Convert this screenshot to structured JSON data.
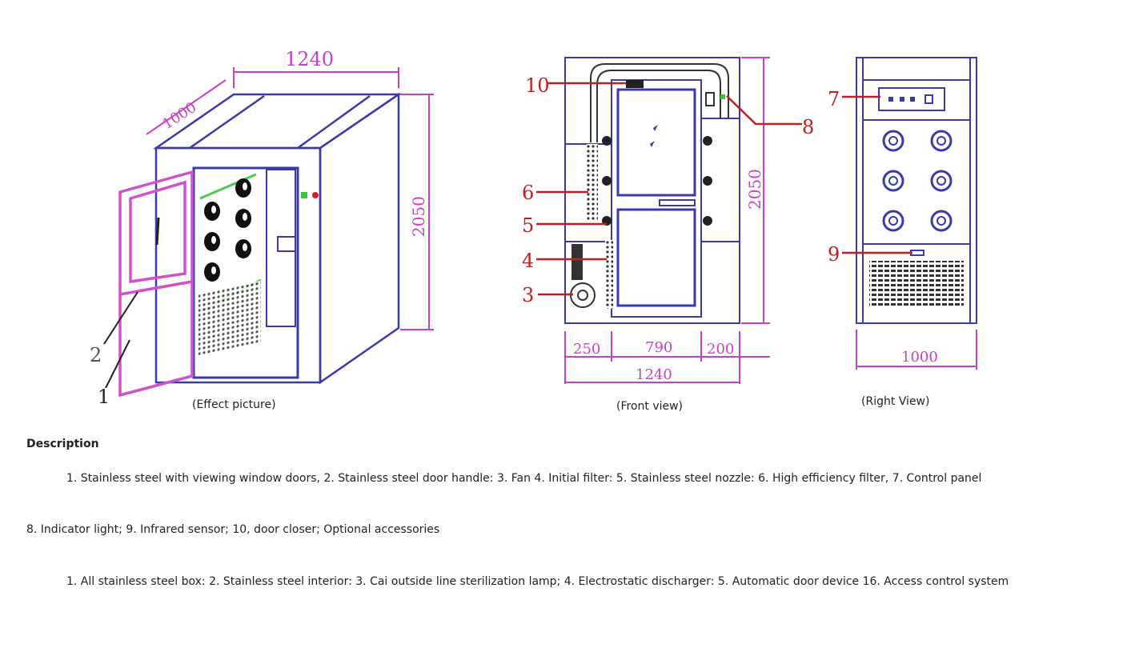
{
  "dimensions": {
    "effect_width": "1240",
    "effect_depth": "1000",
    "effect_height": "2050",
    "front_height": "2050",
    "front_seg_left": "250",
    "front_seg_mid": "790",
    "front_seg_right": "200",
    "front_total": "1240",
    "right_width": "1000"
  },
  "callouts": {
    "c1": "1",
    "c2": "2",
    "c3": "3",
    "c4": "4",
    "c5": "5",
    "c6": "6",
    "c7": "7",
    "c8": "8",
    "c9": "9",
    "c10": "10"
  },
  "captions": {
    "effect": "(Effect picture)",
    "front": "(Front view)",
    "right": "(Right View)"
  },
  "description": {
    "title": "Description",
    "line1": "1. Stainless steel with viewing window doors, 2. Stainless steel door handle: 3. Fan 4. Initial filter: 5. Stainless steel nozzle: 6. High efficiency filter, 7. Control panel",
    "line2": "8. Indicator light; 9. Infrared sensor; 10, door closer; Optional accessories",
    "line3": "1. All stainless steel box: 2. Stainless steel interior: 3. Cai outside line sterilization lamp; 4. Electrostatic discharger: 5. Automatic door device 16. Access control system"
  },
  "colors": {
    "frame": "#3a3aa8",
    "door": "#d050d0",
    "dimension": "#c840c8",
    "callout": "#c02020",
    "filter": "#50c850"
  }
}
